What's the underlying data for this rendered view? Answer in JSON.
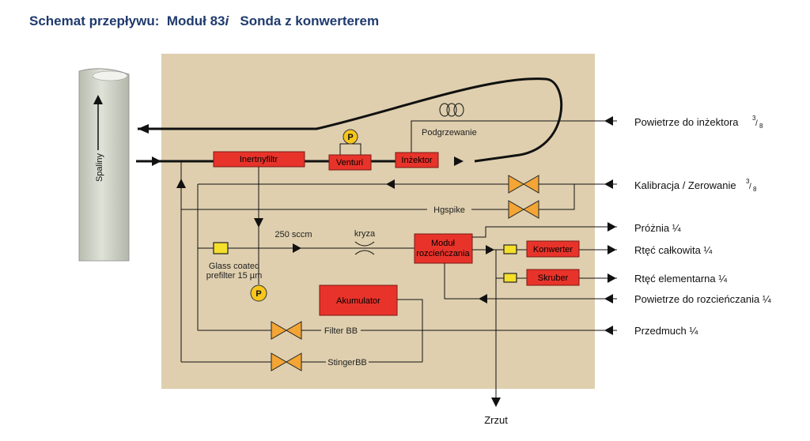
{
  "title": {
    "part1": "Schemat przepływu:  Moduł 83",
    "part2": "i",
    "part3": "   Sonda z konwerterem"
  },
  "stack_label": "Spaliny",
  "components": {
    "inertial_filter": "Inertnyfiltr",
    "venturi": "Venturi",
    "injector": "Inżektor",
    "heater": "Podgrzewanie",
    "hg_spike": "Hgspike",
    "glass_prefilter_line1": "Glass coated",
    "glass_prefilter_line2": "prefilter 15 µm",
    "flow_rate": "250 sccm",
    "orifice": "kryza",
    "dilution_module_line1": "Moduł",
    "dilution_module_line2": "rozcieńczania",
    "converter": "Konwerter",
    "scrubber": "Skruber",
    "accumulator": "Akumulator",
    "filter_bb": "Filter BB",
    "stinger_bb": "StingerBB",
    "pressure_symbol": "P"
  },
  "ports": {
    "injector_air": "Powietrze do inżektora",
    "calibration": "Kalibracja / Zerowanie",
    "vacuum": "Próżnia ¼",
    "total_hg": "Rtęć całkowita ¼",
    "elemental_hg": "Rtęć elementarna ¼",
    "dilution_air": "Powietrze do rozcieńczania ¼",
    "purge": "Przedmuch ¼",
    "exhaust": "Zrzut"
  },
  "fraction_3_8": {
    "num": "3",
    "den": "8"
  },
  "colors": {
    "title": "#1f3a6e",
    "panel": "#dfcfae",
    "component_red": "#e8332a",
    "valve_orange": "#f3a536",
    "pressure_yellow": "#f7c61b",
    "filter_yellow": "#f4df2a"
  }
}
